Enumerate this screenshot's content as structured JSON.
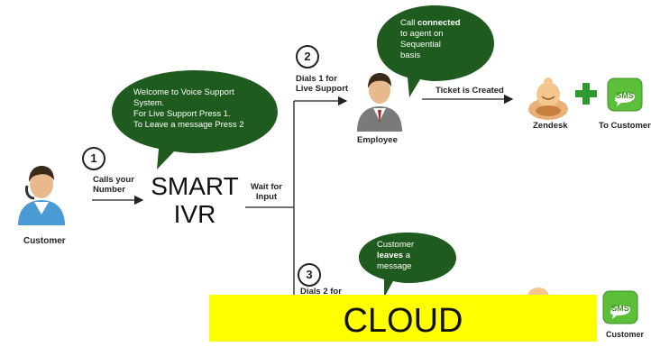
{
  "bubbles": {
    "welcome": {
      "lines": [
        "Welcome to Voice Support",
        "System.",
        "For Live Support Press 1.",
        "To Leave a message Press 2"
      ]
    },
    "connected": {
      "line1_a": "Call ",
      "line1_b": "connected",
      "lines": [
        "to agent on",
        "Sequential",
        "basis"
      ]
    },
    "leaves": {
      "line1": "Customer",
      "line2_a": "leaves",
      "line2_b": " a",
      "line3": "message"
    }
  },
  "steps": [
    "1",
    "2",
    "3"
  ],
  "labels": {
    "calls_your_number": [
      "Calls your",
      "Number"
    ],
    "wait_for_input": [
      "Wait for",
      "Input"
    ],
    "dials_1": [
      "Dials 1 for",
      "Live Support"
    ],
    "dials_2": "Dials 2 for",
    "ticket_created": "Ticket is Created",
    "customer_left": "Customer",
    "employee": "Employee",
    "zendesk": "Zendesk",
    "to_customer": "To Customer",
    "customer_bottom": "Customer"
  },
  "smart_ivr": [
    "SMART",
    "IVR"
  ],
  "cloud_banner": "CLOUD",
  "sms_icon_text": "SMS",
  "colors": {
    "bubble_green": "#1f5a1f",
    "plus_green": "#2e9a2e",
    "sms_green": "#5bbf3a",
    "banner_yellow": "#ffff00",
    "person_blue": "#4a9ad4"
  }
}
